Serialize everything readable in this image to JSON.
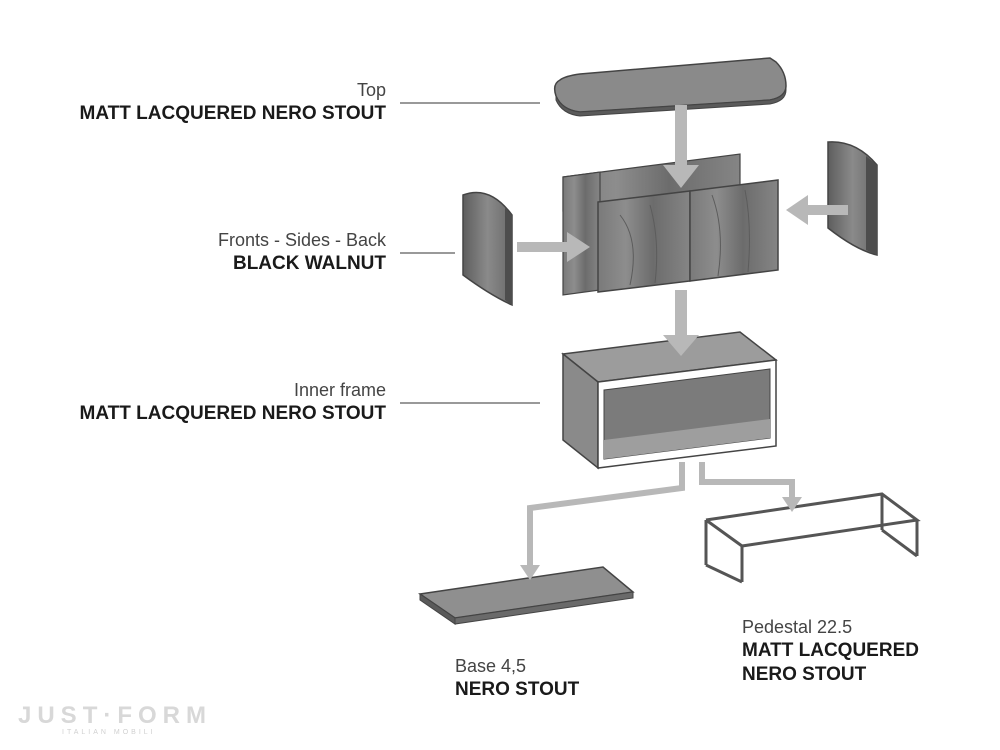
{
  "components": [
    {
      "id": "top",
      "name": "Top",
      "finish": "MATT LACQUERED NERO STOUT"
    },
    {
      "id": "fronts",
      "name": "Fronts - Sides - Back",
      "finish": "BLACK WALNUT"
    },
    {
      "id": "frame",
      "name": "Inner frame",
      "finish": "MATT LACQUERED NERO STOUT"
    },
    {
      "id": "base",
      "name": "Base 4,5",
      "finish": "NERO STOUT"
    },
    {
      "id": "pedestal",
      "name": "Pedestal 22.5",
      "finish": "MATT LACQUERED",
      "finish2": "NERO STOUT"
    }
  ],
  "logo": {
    "text": "JUST·FORM",
    "subtitle": "ITALIAN MOBILI"
  },
  "colors": {
    "panel": "#838383",
    "walnut": "#6f6f6f",
    "edge": "#4a4a4a",
    "arrow": "#b4b4b4",
    "frame": "#9a9a9a"
  }
}
